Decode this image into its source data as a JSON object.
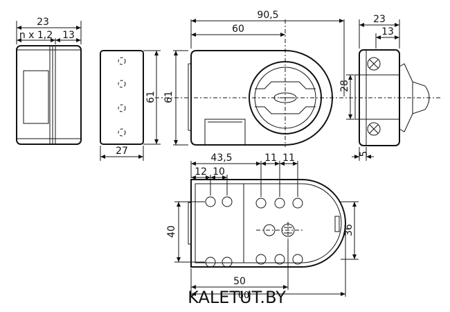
{
  "dimensions": {
    "side_width": "23",
    "side_n_step": "n x 1,2",
    "side_13": "13",
    "front_height_a": "61",
    "front_height_b": "61",
    "front_width": "27",
    "body_length": "90,5",
    "body_60": "60",
    "right_width": "23",
    "right_13": "13",
    "right_28": "28",
    "right_5": "5",
    "bottom_43_5": "43,5",
    "bottom_12": "12",
    "bottom_10": "10",
    "bottom_11a": "11",
    "bottom_11b": "11",
    "bottom_40": "40",
    "bottom_36": "36",
    "bottom_50": "50",
    "bottom_60": "60"
  },
  "watermark": "KALETUT.BY"
}
